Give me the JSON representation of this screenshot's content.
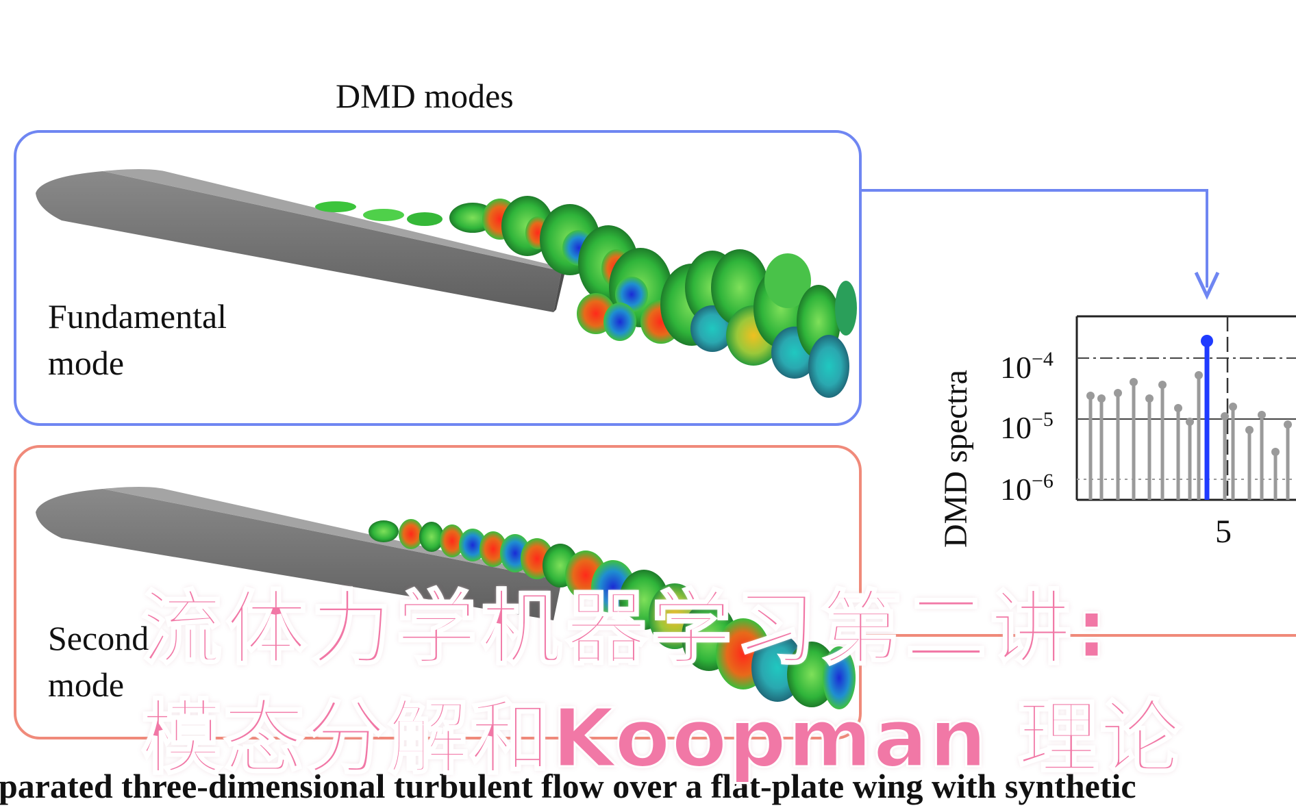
{
  "figure": {
    "title": "DMD modes",
    "panels": {
      "fundamental_label": "Fundamental\nmode",
      "second_label": "Second\nmode"
    },
    "spectrum": {
      "ylabel": "DMD spectra",
      "ytick_labels": [
        {
          "base": "10",
          "exp": "−4"
        },
        {
          "base": "10",
          "exp": "−5"
        },
        {
          "base": "10",
          "exp": "−6"
        }
      ],
      "xtick_label": "5"
    },
    "caption": "parated three-dimensional turbulent flow over a flat-plate wing with synthetic"
  },
  "chart_data": {
    "type": "scatter",
    "ylabel": "DMD spectra",
    "y_scale": "log",
    "yticks": [
      "10^-4",
      "10^-5",
      "10^-6"
    ],
    "xticks": [
      "5"
    ],
    "highlight": {
      "x": 5,
      "y": 0.00017,
      "color": "#1f3bff",
      "label": "Fundamental mode"
    }
  },
  "overlay": {
    "line1": "流体力学机器学习第二讲:",
    "line2": "模态分解和Koopman 理论"
  },
  "colors": {
    "fundamental_border": "#6f86f2",
    "second_border": "#f08a7a",
    "overlay_text": "#f178a6",
    "highlight_stem": "#1f3bff",
    "stem_gray": "#9a9a9a"
  }
}
